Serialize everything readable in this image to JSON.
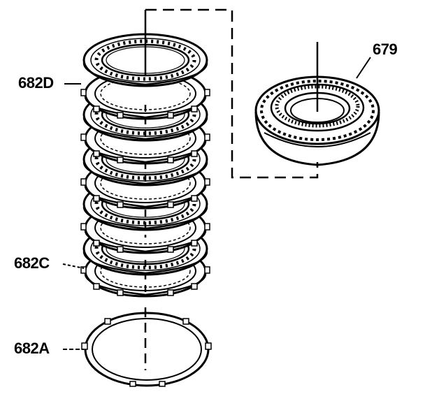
{
  "callouts": {
    "part_679": "679",
    "part_682D": "682D",
    "part_682C": "682C",
    "part_682A": "682A"
  },
  "colors": {
    "ink": "#000000",
    "background": "#ffffff"
  }
}
